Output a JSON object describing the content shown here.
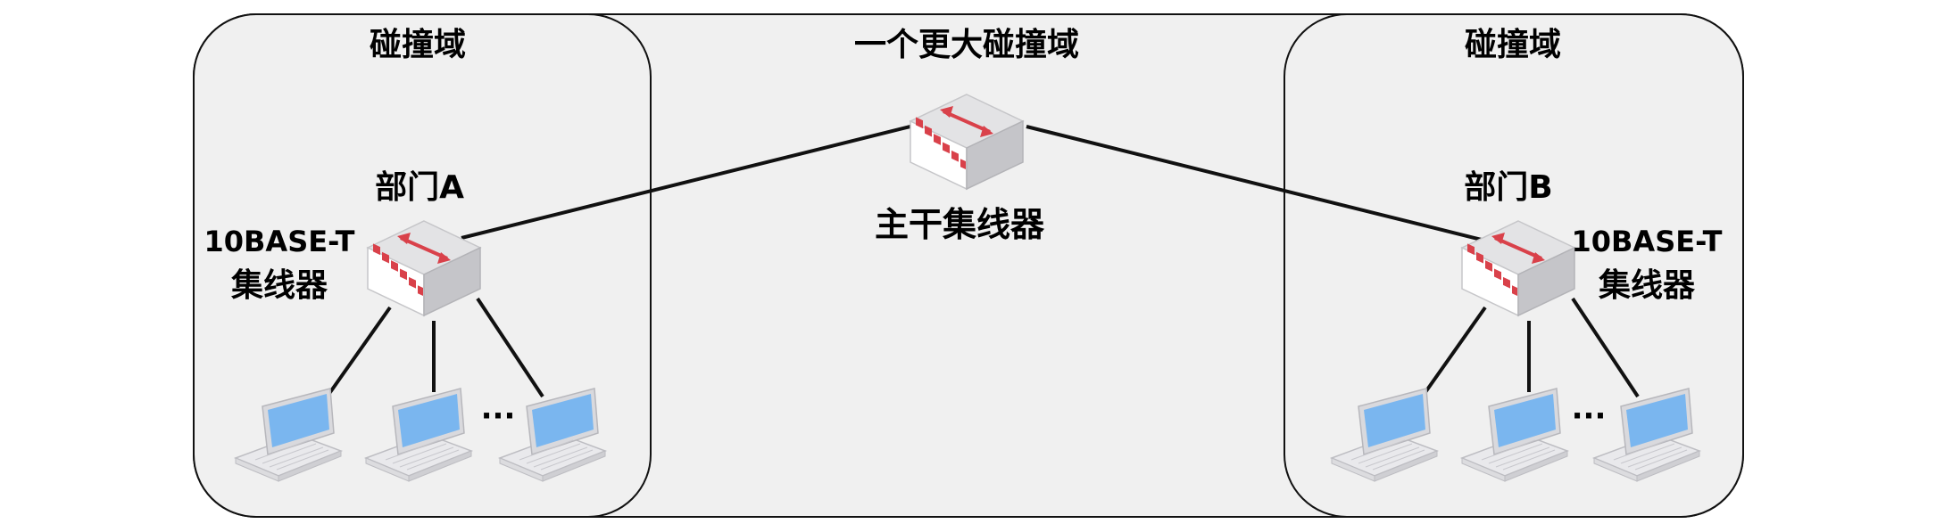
{
  "labels": {
    "big_domain_title": "一个更大碰撞域",
    "left_domain_title": "碰撞域",
    "right_domain_title": "碰撞域",
    "dept_a": "部门A",
    "dept_b": "部门B",
    "left_hub_type": "10BASE-T",
    "left_hub_name": "集线器",
    "right_hub_type": "10BASE-T",
    "right_hub_name": "集线器",
    "backbone_hub": "主干集线器",
    "ellipsis": "···"
  },
  "icons": {
    "hub": "hub-icon",
    "laptop": "laptop-icon"
  },
  "colors": {
    "domain_fill": "#f0f0f0",
    "domain_stroke": "#111111",
    "link": "#111111",
    "hub_arrow": "#d9414a",
    "hub_ports": "#d9414a",
    "laptop_screen": "#7ab6ef"
  }
}
